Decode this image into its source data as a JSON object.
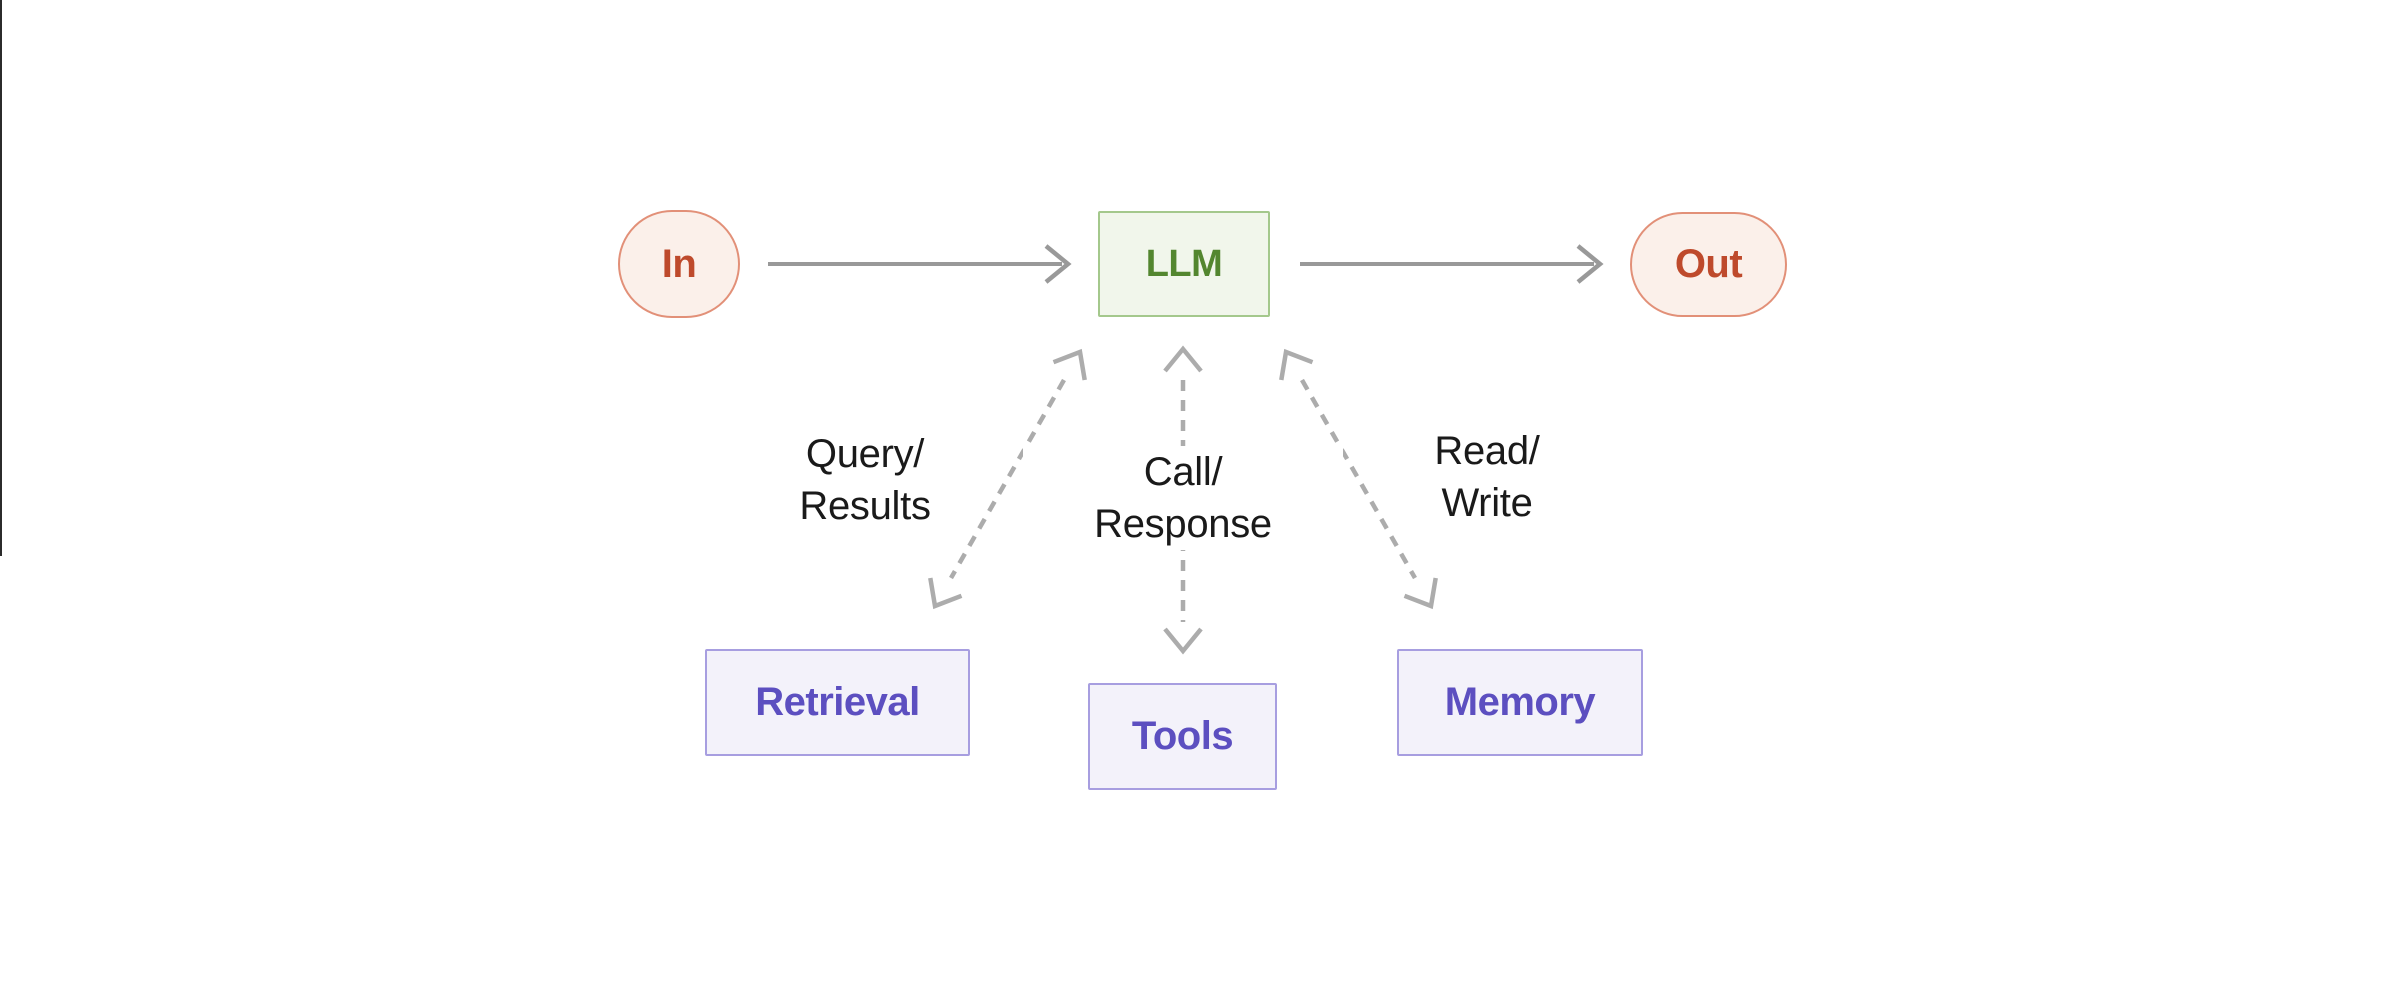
{
  "diagram": {
    "nodes": {
      "in": {
        "label": "In"
      },
      "llm": {
        "label": "LLM"
      },
      "out": {
        "label": "Out"
      },
      "retrieval": {
        "label": "Retrieval"
      },
      "tools": {
        "label": "Tools"
      },
      "memory": {
        "label": "Memory"
      }
    },
    "edge_labels": {
      "retrieval": {
        "line1": "Query/",
        "line2": "Results"
      },
      "tools": {
        "line1": "Call/",
        "line2": "Response"
      },
      "memory": {
        "line1": "Read/",
        "line2": "Write"
      }
    },
    "colors": {
      "io_border": "#e29078",
      "io_fill": "#fbf0ea",
      "io_text": "#be4a2c",
      "llm_border": "#a4c88c",
      "llm_fill": "#f1f6eb",
      "llm_text": "#53862f",
      "module_border": "#a79ee0",
      "module_fill": "#f3f2fa",
      "module_text": "#5c4fc0",
      "solid_arrow": "#999999",
      "dashed_arrow": "#acacac",
      "label_text": "#1a1a1a",
      "canvas_bg": "#ffffff"
    }
  }
}
